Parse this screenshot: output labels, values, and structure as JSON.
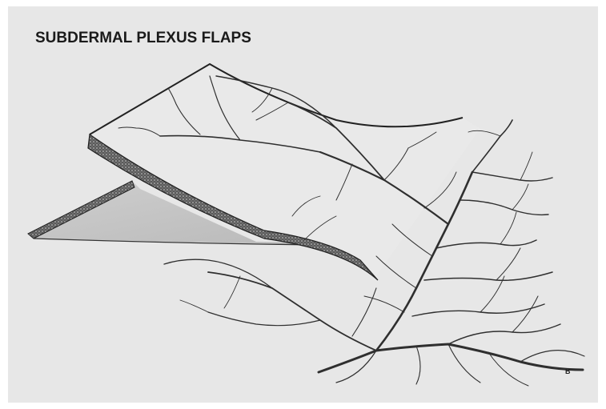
{
  "figure": {
    "title": "SUBDERMAL PLEXUS FLAPS",
    "signature": "B"
  },
  "colors": {
    "paper": "#e7e7e7",
    "ink": "#2b2b2b",
    "flap_inner": "#c7c7c7",
    "flap_surface": "#e9e9e9"
  },
  "icons": [
    "flap-illustration",
    "vessel-network",
    "artist-signature-icon"
  ]
}
